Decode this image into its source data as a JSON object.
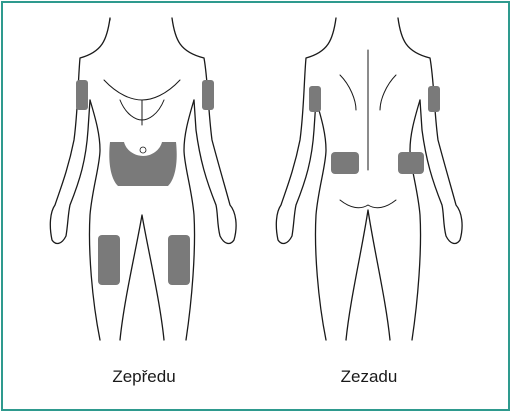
{
  "captions": {
    "front": "Zepředu",
    "back": "Zezadu"
  },
  "colors": {
    "border": "#2e9a8e",
    "injection_site": "#7a7a7a",
    "outline": "#1a1a1a"
  },
  "figures": [
    {
      "view": "front",
      "injection_sites": [
        "left-upper-arm",
        "right-upper-arm",
        "abdomen",
        "left-thigh",
        "right-thigh"
      ]
    },
    {
      "view": "back",
      "injection_sites": [
        "left-upper-arm",
        "right-upper-arm",
        "left-buttock",
        "right-buttock"
      ]
    }
  ]
}
